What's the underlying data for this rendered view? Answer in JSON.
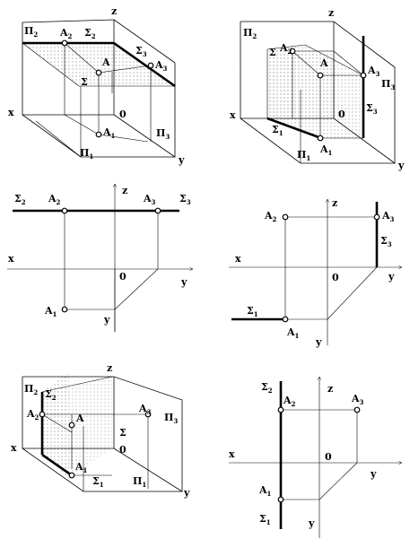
{
  "panel1": {
    "z": "z",
    "x": "x",
    "y": "y",
    "o": "0",
    "pi2": "Π",
    "pi2s": "2",
    "pi1": "Π",
    "pi1s": "1",
    "pi3": "Π",
    "pi3s": "3",
    "a": "A",
    "a1": "A",
    "a1s": "1",
    "a2": "A",
    "a2s": "2",
    "a3": "A",
    "a3s": "3",
    "sig": "Σ",
    "sig2": "Σ",
    "sig2s": "2",
    "sig3": "Σ",
    "sig3s": "3"
  },
  "panel2": {
    "z": "z",
    "x": "x",
    "y": "y",
    "o": "0",
    "pi2": "Π",
    "pi2s": "2",
    "pi1": "Π",
    "pi1s": "1",
    "pi3": "Π",
    "pi3s": "3",
    "a": "A",
    "a1": "A",
    "a1s": "1",
    "a2": "A",
    "a2s": "2",
    "a3": "A",
    "a3s": "3",
    "sig": "Σ",
    "sig1": "Σ",
    "sig1s": "1",
    "sig3": "Σ",
    "sig3s": "3"
  },
  "panel3": {
    "z": "z",
    "x": "x",
    "y": "y",
    "y2": "y",
    "o": "0",
    "a1": "A",
    "a1s": "1",
    "a2": "A",
    "a2s": "2",
    "a3": "A",
    "a3s": "3",
    "sig2": "Σ",
    "sig2s": "2",
    "sig3": "Σ",
    "sig3s": "3"
  },
  "panel4": {
    "z": "z",
    "x": "x",
    "y": "y",
    "y2": "y",
    "o": "0",
    "a1": "A",
    "a1s": "1",
    "a2": "A",
    "a2s": "2",
    "a3": "A",
    "a3s": "3",
    "sig1": "Σ",
    "sig1s": "1",
    "sig3": "Σ",
    "sig3s": "3"
  },
  "panel5": {
    "z": "z",
    "x": "x",
    "y": "y",
    "o": "0",
    "pi2": "Π",
    "pi2s": "2",
    "pi1": "Π",
    "pi1s": "1",
    "pi3": "Π",
    "pi3s": "3",
    "a": "A",
    "a1": "A",
    "a1s": "1",
    "a2": "A",
    "a2s": "2",
    "a3": "A",
    "a3s": "3",
    "sig": "Σ",
    "sig1": "Σ",
    "sig1s": "1",
    "sig2": "Σ",
    "sig2s": "2"
  },
  "panel6": {
    "z": "z",
    "x": "x",
    "y": "y",
    "y2": "y",
    "o": "0",
    "a1": "A",
    "a1s": "1",
    "a2": "A",
    "a2s": "2",
    "a3": "A",
    "a3s": "3",
    "sig1": "Σ",
    "sig1s": "1",
    "sig2": "Σ",
    "sig2s": "2"
  }
}
